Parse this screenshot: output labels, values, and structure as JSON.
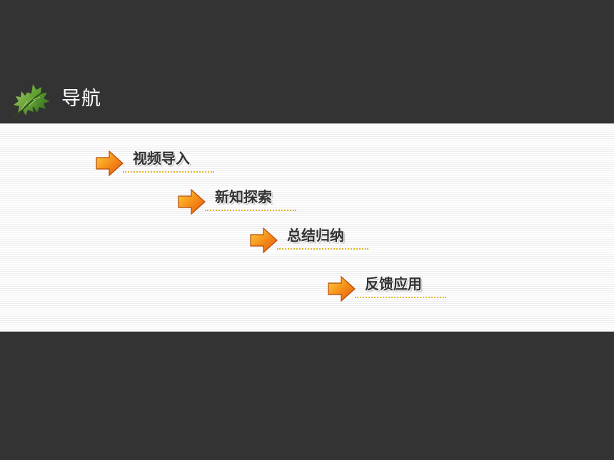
{
  "header": {
    "title": "导航",
    "icon": "leaf-icon"
  },
  "nav": {
    "items": [
      {
        "label": "视频导入",
        "icon": "orange-arrow-icon"
      },
      {
        "label": "新知探索",
        "icon": "orange-arrow-icon"
      },
      {
        "label": "总结归纳",
        "icon": "orange-arrow-icon"
      },
      {
        "label": "反馈应用",
        "icon": "orange-arrow-icon"
      }
    ]
  },
  "colors": {
    "background": "#333333",
    "panel": "#fcfcfc",
    "title_text": "#ffffff",
    "item_text": "#333333",
    "arrow_orange": "#f28a12",
    "underline": "#e2b82a",
    "leaf_green": "#4a8f2a"
  }
}
